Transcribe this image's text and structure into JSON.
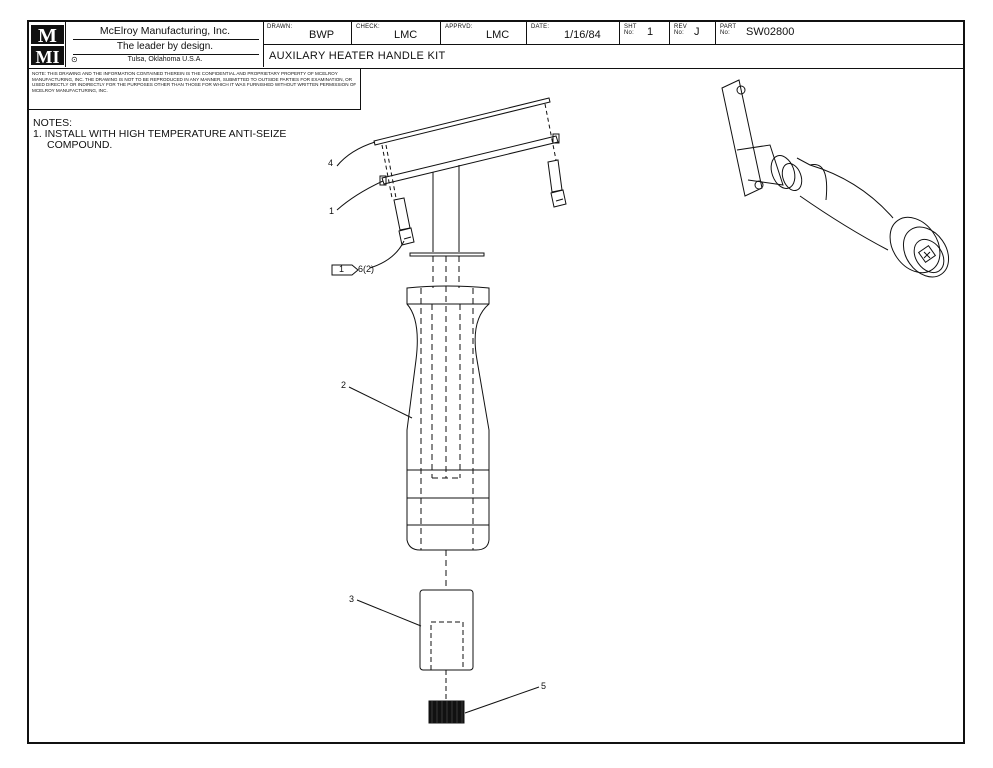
{
  "title_block": {
    "company": "McElroy Manufacturing, Inc.",
    "tagline": "The leader by design.",
    "location": "Tulsa, Oklahoma U.S.A.",
    "drawn_label": "DRAWN:",
    "drawn_value": "BWP",
    "check_label": "CHECK:",
    "check_value": "LMC",
    "apprvd_label": "APPRVD:",
    "apprvd_value": "LMC",
    "date_label": "DATE:",
    "date_value": "1/16/84",
    "sht_label": "SHT No:",
    "sht_value": "1",
    "rev_label": "REV No:",
    "rev_value": "J",
    "part_label": "PART No:",
    "part_value": "SW02800",
    "drawing_title": "AUXILARY HEATER HANDLE KIT",
    "logo_top": "M",
    "logo_bottom": "MI"
  },
  "confidentiality_notice": "NOTE: THIS DRAWING AND THE INFORMATION CONTAINED THEREIN IS THE CONFIDENTIAL AND PROPRIETARY PROPERTY OF McElroy Manufacturing, Inc. THE DRAWING IS NOT TO BE REPRODUCED IN ANY MANNER, SUBMITTED TO OUTSIDE PARTIES FOR EXAMINATION, OR USED DIRECTLY OR INDIRECTLY FOR THE PURPOSES OTHER THAN THOSE FOR WHICH IT WAS FURNISHED WITHOUT WRITTEN PERMISSION OF McElroy Manufacturing, Inc.",
  "notes": {
    "heading": "NOTES:",
    "line1": "1. INSTALL WITH HIGH TEMPERATURE ANTI-SEIZE",
    "line2": "COMPOUND."
  },
  "balloons": {
    "b1": "1",
    "b2": "2",
    "b3": "3",
    "b4": "4",
    "b5": "5",
    "b6": "6(2)",
    "note_flag": "1"
  }
}
